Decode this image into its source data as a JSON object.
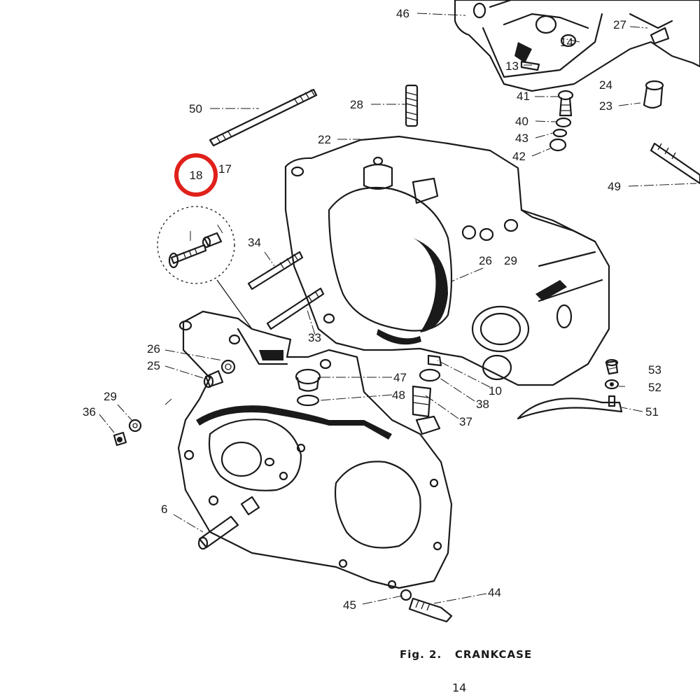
{
  "figure": {
    "caption": "Fig. 2.   CRANKCASE",
    "page_number": "14"
  },
  "highlight": {
    "label": "18",
    "color": "#e0201a"
  },
  "labels": {
    "p46": "46",
    "p14": "14",
    "p27": "27",
    "p13": "13",
    "p41": "41",
    "p24": "24",
    "p23": "23",
    "p40": "40",
    "p43": "43",
    "p42": "42",
    "p49": "49",
    "p50": "50",
    "p28": "28",
    "p22": "22",
    "p17": "17",
    "p34": "34",
    "p26a": "26",
    "p29a": "29",
    "p33": "33",
    "p26b": "26",
    "p25": "25",
    "p47": "47",
    "p10": "10",
    "p53": "53",
    "p52": "52",
    "p29b": "29",
    "p36": "36",
    "p48": "48",
    "p38": "38",
    "p37": "37",
    "p51": "51",
    "p6": "6",
    "p45": "45",
    "p44": "44"
  }
}
